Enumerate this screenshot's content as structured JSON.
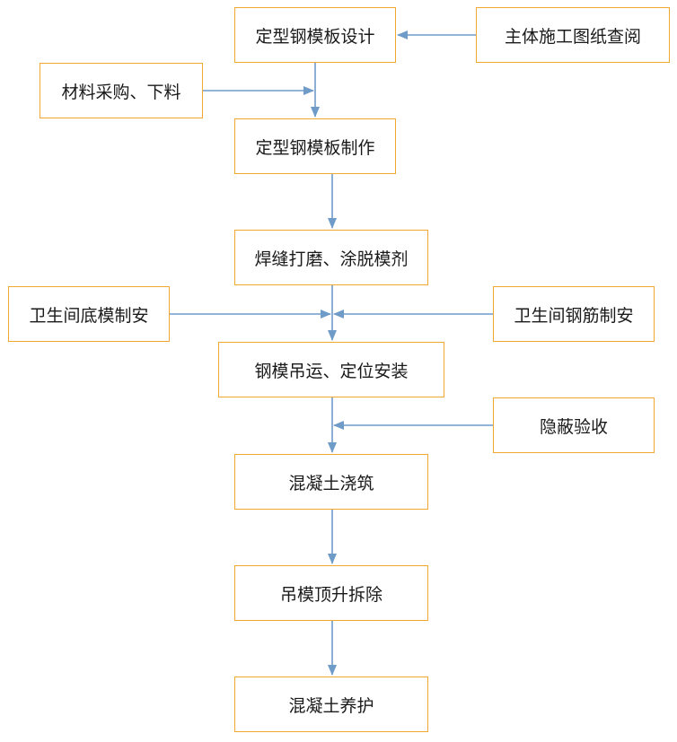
{
  "nodes": {
    "design": "定型钢模板设计",
    "review": "主体施工图纸查阅",
    "material": "材料采购、下料",
    "make": "定型钢模板制作",
    "grind": "焊缝打磨、涂脱模剂",
    "bath": "卫生间底模制安",
    "rebar": "卫生间钢筋制安",
    "install": "钢模吊运、定位安装",
    "inspect": "隐蔽验收",
    "pour": "混凝土浇筑",
    "lift": "吊模顶升拆除",
    "cure": "混凝土养护"
  },
  "colors": {
    "box_border": "#f0a830",
    "arrow": "#6f9bc8",
    "text": "#1a1a1a"
  }
}
